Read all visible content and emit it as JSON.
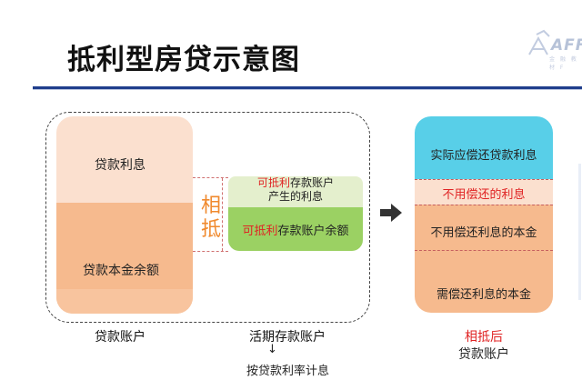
{
  "title": "抵利型房贷示意图",
  "logo": {
    "text": "AFF",
    "subtext": "金 融 教 材 F"
  },
  "loan_account": {
    "interest_label": "贷款利息",
    "principal_label": "贷款本金余额",
    "caption": "贷款账户"
  },
  "offset_label": [
    "相",
    "抵"
  ],
  "deposit_account": {
    "interest_red": "可抵利",
    "interest_line1_rest": "存款账户",
    "interest_line2": "产生的利息",
    "balance_red": "可抵利",
    "balance_rest": "存款账户余额",
    "caption": "活期存款账户",
    "down_arrow": "↓",
    "sub_caption": "按贷款利率计息"
  },
  "result_account": {
    "actual_interest": "实际应偿还贷款利息",
    "no_repay_interest": "不用偿还的利息",
    "no_interest_principal": "不用偿还利息的本金",
    "interest_principal": "需偿还利息的本金",
    "caption_red": "相抵后",
    "caption": "贷款账户"
  },
  "colors": {
    "title_rule": "#1f3e8c",
    "peach_light": "#fbe0cf",
    "peach_dark": "#f6ba8e",
    "green_light": "#e4efcd",
    "green_dark": "#9bd163",
    "cyan": "#58cfe8",
    "red_text": "#e02424",
    "orange_text": "#f08a2e"
  }
}
